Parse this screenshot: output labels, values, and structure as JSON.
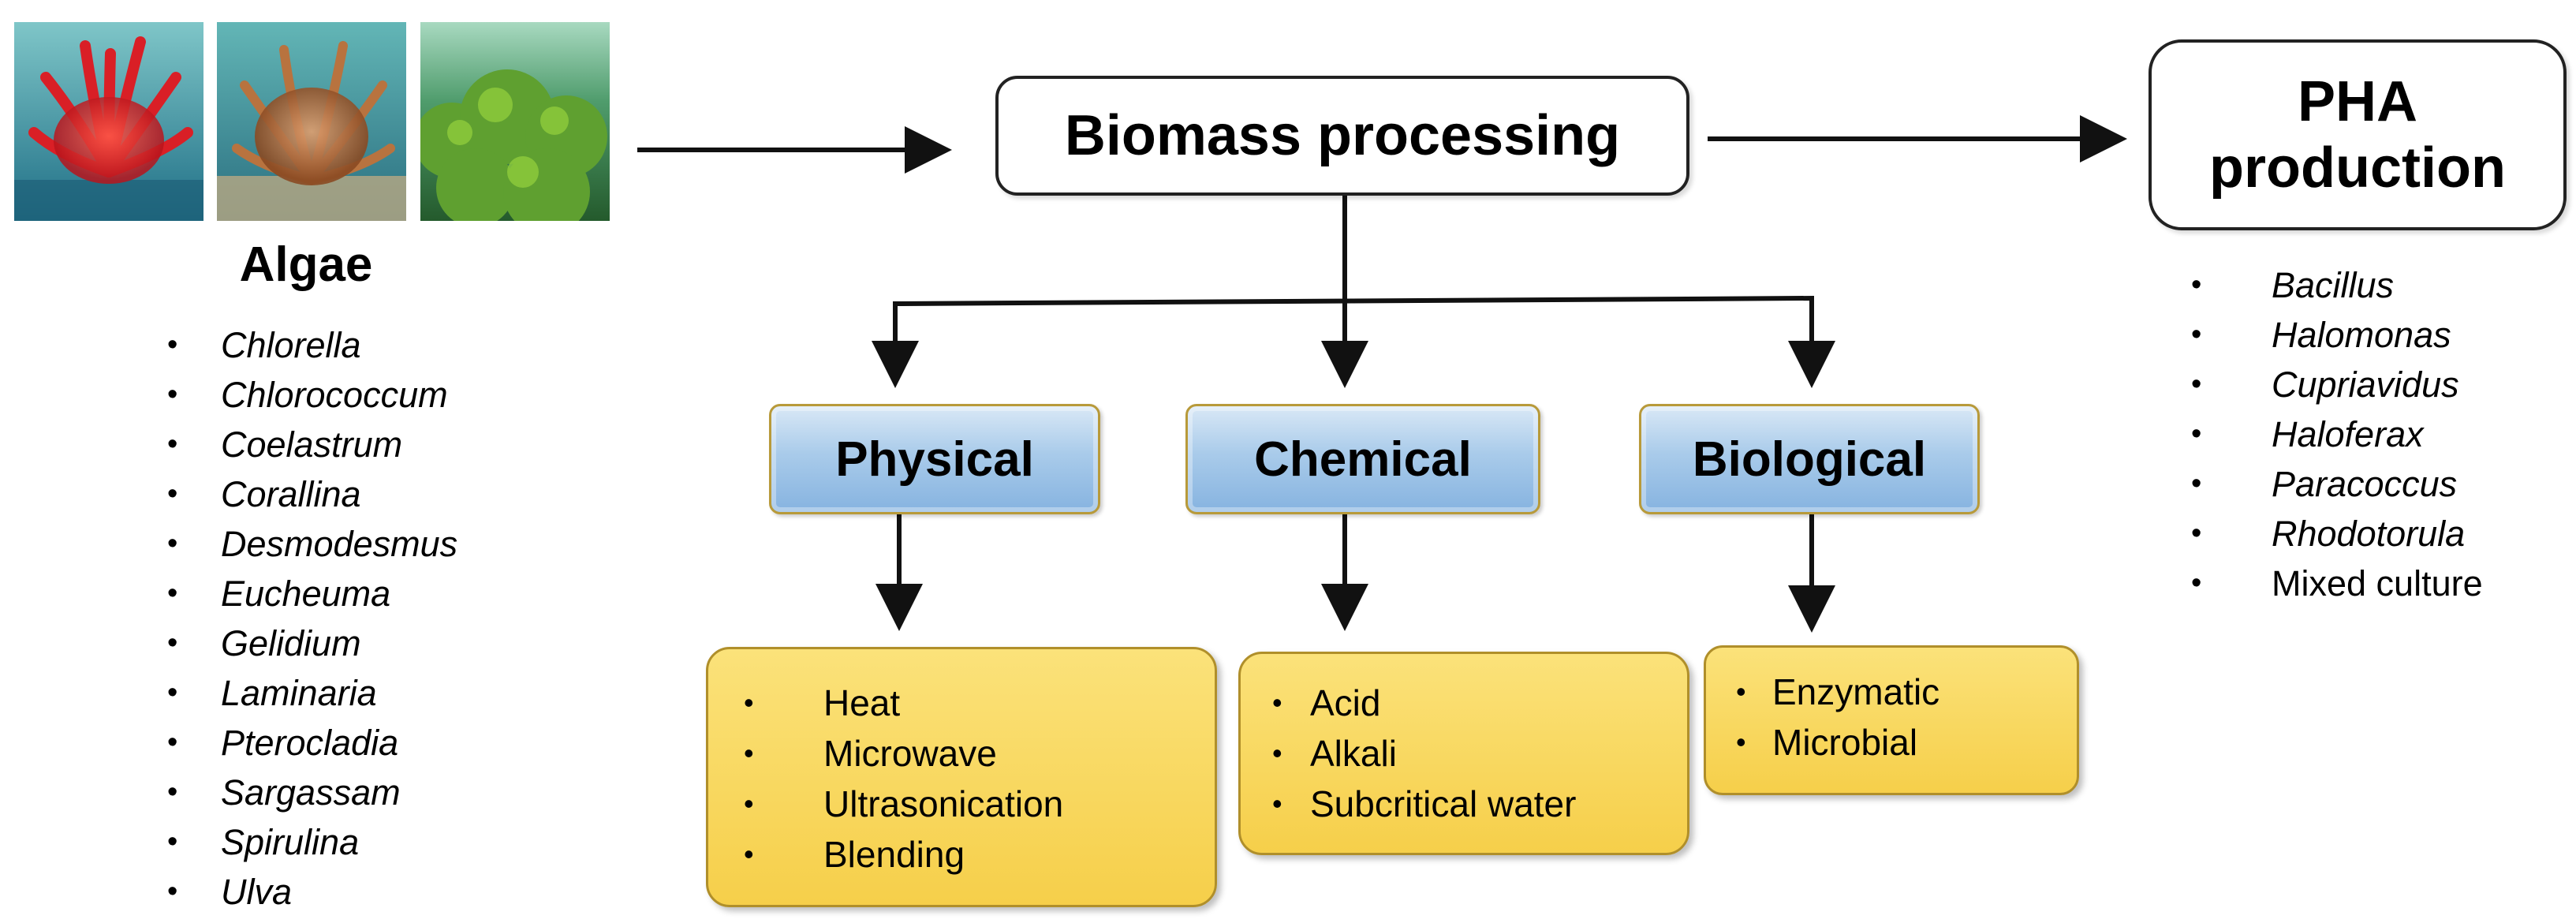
{
  "algae": {
    "title": "Algae",
    "images": [
      "red-algae-photo",
      "brown-algae-photo",
      "green-algae-photo"
    ],
    "species": [
      "Chlorella",
      "Chlorococcum",
      "Coelastrum",
      "Corallina",
      "Desmodesmus",
      "Eucheuma",
      "Gelidium",
      "Laminaria",
      "Pterocladia",
      "Sargassam",
      "Spirulina",
      "Ulva"
    ]
  },
  "biomass_processing": {
    "label": "Biomass processing"
  },
  "pha": {
    "label_line1": "PHA",
    "label_line2": "production",
    "organisms": [
      "Bacillus",
      "Halomonas",
      "Cupriavidus",
      "Haloferax",
      "Paracoccus",
      "Rhodotorula",
      "Mixed culture"
    ]
  },
  "methods": [
    {
      "label": "Physical",
      "items": [
        "Heat",
        "Microwave",
        "Ultrasonication",
        "Blending"
      ]
    },
    {
      "label": "Chemical",
      "items": [
        "Acid",
        "Alkali",
        "Subcritical water"
      ]
    },
    {
      "label": "Biological",
      "items": [
        "Enzymatic",
        "Microbial"
      ]
    }
  ],
  "colors": {
    "method_fill": "#a9cbea",
    "method_border": "#b89a3a",
    "treatment_fill": "#f6cf4a",
    "treatment_border": "#b08f2a",
    "arrow": "#111111"
  }
}
